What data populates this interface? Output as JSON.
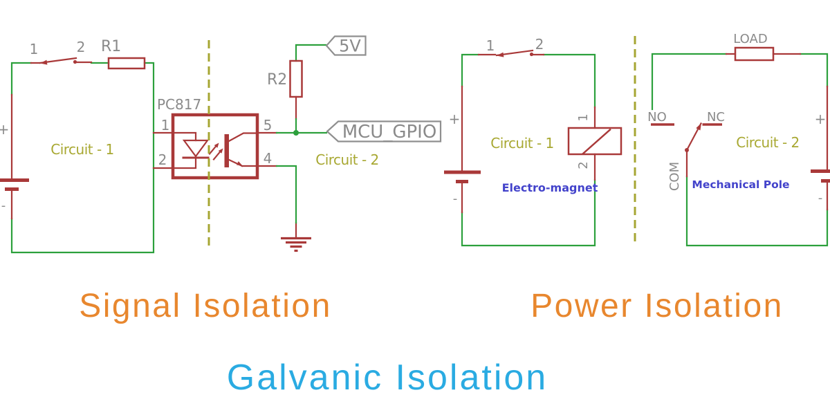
{
  "diagram": {
    "titles": {
      "signal": "Signal Isolation",
      "power": "Power Isolation",
      "main": "Galvanic Isolation"
    },
    "signal": {
      "primary": {
        "label": "Circuit - 1",
        "plus": "+",
        "minus": "-",
        "sw1": "1",
        "sw2": "2",
        "r1": "R1"
      },
      "opto": {
        "part": "PC817",
        "pin1": "1",
        "pin2": "2",
        "pin5": "5",
        "pin4": "4"
      },
      "secondary": {
        "label": "Circuit - 2",
        "r2": "R2",
        "supply_flag": "5V",
        "net_flag": "MCU_GPIO"
      }
    },
    "power": {
      "primary": {
        "label": "Circuit - 1",
        "plus": "+",
        "minus": "-",
        "sw1": "1",
        "sw2": "2",
        "coil_pin1": "1",
        "coil_pin2": "2",
        "coil_caption": "Electro-magnet"
      },
      "secondary": {
        "label": "Circuit - 2",
        "plus": "+",
        "minus": "-",
        "load": "LOAD",
        "no": "NO",
        "nc": "NC",
        "com": "COM",
        "caption": "Mechanical Pole"
      }
    },
    "colors": {
      "wire_green": "#2ca03c",
      "component_red": "#a93939",
      "net_label_olive": "#a8a832",
      "pin_text_gray": "#8a8a8a",
      "annotation_blue": "#4343cb",
      "section_title_orange": "#e8872e",
      "main_title_cyan": "#2aabe2",
      "isolation_dash_olive": "#a6a633",
      "background": "#ffffff"
    }
  }
}
